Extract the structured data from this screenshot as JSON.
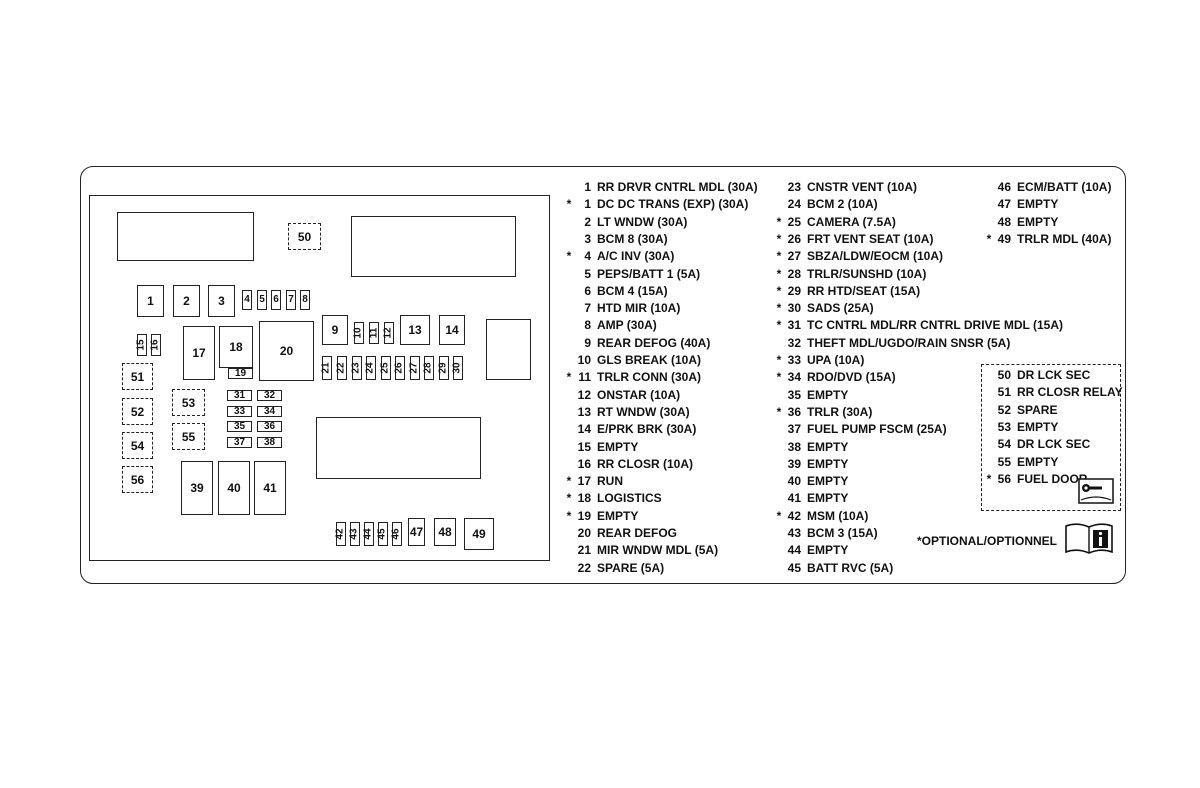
{
  "diagram_fuses": [
    {
      "id": "1",
      "label": "1"
    },
    {
      "id": "2",
      "label": "2"
    },
    {
      "id": "3",
      "label": "3"
    },
    {
      "id": "4",
      "label": "4"
    },
    {
      "id": "5",
      "label": "5"
    },
    {
      "id": "6",
      "label": "6"
    },
    {
      "id": "7",
      "label": "7"
    },
    {
      "id": "8",
      "label": "8"
    },
    {
      "id": "9",
      "label": "9"
    },
    {
      "id": "10",
      "label": "10"
    },
    {
      "id": "11",
      "label": "11"
    },
    {
      "id": "12",
      "label": "12"
    },
    {
      "id": "13",
      "label": "13"
    },
    {
      "id": "14",
      "label": "14"
    },
    {
      "id": "15",
      "label": "15"
    },
    {
      "id": "16",
      "label": "16"
    },
    {
      "id": "17",
      "label": "17"
    },
    {
      "id": "18",
      "label": "18"
    },
    {
      "id": "19",
      "label": "19"
    },
    {
      "id": "20",
      "label": "20"
    },
    {
      "id": "21",
      "label": "21"
    },
    {
      "id": "22",
      "label": "22"
    },
    {
      "id": "23",
      "label": "23"
    },
    {
      "id": "24",
      "label": "24"
    },
    {
      "id": "25",
      "label": "25"
    },
    {
      "id": "26",
      "label": "26"
    },
    {
      "id": "27",
      "label": "27"
    },
    {
      "id": "28",
      "label": "28"
    },
    {
      "id": "29",
      "label": "29"
    },
    {
      "id": "30",
      "label": "30"
    },
    {
      "id": "31",
      "label": "31"
    },
    {
      "id": "32",
      "label": "32"
    },
    {
      "id": "33",
      "label": "33"
    },
    {
      "id": "34",
      "label": "34"
    },
    {
      "id": "35",
      "label": "35"
    },
    {
      "id": "36",
      "label": "36"
    },
    {
      "id": "37",
      "label": "37"
    },
    {
      "id": "38",
      "label": "38"
    },
    {
      "id": "39",
      "label": "39"
    },
    {
      "id": "40",
      "label": "40"
    },
    {
      "id": "41",
      "label": "41"
    },
    {
      "id": "42",
      "label": "42"
    },
    {
      "id": "43",
      "label": "43"
    },
    {
      "id": "44",
      "label": "44"
    },
    {
      "id": "45",
      "label": "45"
    },
    {
      "id": "46",
      "label": "46"
    },
    {
      "id": "47",
      "label": "47"
    },
    {
      "id": "48",
      "label": "48"
    },
    {
      "id": "49",
      "label": "49"
    },
    {
      "id": "50",
      "label": "50"
    },
    {
      "id": "51",
      "label": "51"
    },
    {
      "id": "52",
      "label": "52"
    },
    {
      "id": "53",
      "label": "53"
    },
    {
      "id": "54",
      "label": "54"
    },
    {
      "id": "55",
      "label": "55"
    },
    {
      "id": "56",
      "label": "56"
    }
  ],
  "legend_col1": [
    {
      "star": "",
      "num": "1",
      "name": "RR DRVR CNTRL MDL  (30A)"
    },
    {
      "star": "*",
      "num": "1",
      "name": "DC DC TRANS (EXP)  (30A)"
    },
    {
      "star": "",
      "num": "2",
      "name": "LT WNDW  (30A)"
    },
    {
      "star": "",
      "num": "3",
      "name": "BCM 8  (30A)"
    },
    {
      "star": "*",
      "num": "4",
      "name": "A/C INV  (30A)"
    },
    {
      "star": "",
      "num": "5",
      "name": "PEPS/BATT 1  (5A)"
    },
    {
      "star": "",
      "num": "6",
      "name": "BCM 4  (15A)"
    },
    {
      "star": "",
      "num": "7",
      "name": "HTD MIR  (10A)"
    },
    {
      "star": "",
      "num": "8",
      "name": "AMP  (30A)"
    },
    {
      "star": "",
      "num": "9",
      "name": "REAR DEFOG  (40A)"
    },
    {
      "star": "",
      "num": "10",
      "name": "GLS BREAK  (10A)"
    },
    {
      "star": "*",
      "num": "11",
      "name": "TRLR CONN  (30A)"
    },
    {
      "star": "",
      "num": "12",
      "name": "ONSTAR  (10A)"
    },
    {
      "star": "",
      "num": "13",
      "name": "RT WNDW  (30A)"
    },
    {
      "star": "",
      "num": "14",
      "name": "E/PRK BRK  (30A)"
    },
    {
      "star": "",
      "num": "15",
      "name": "EMPTY"
    },
    {
      "star": "",
      "num": "16",
      "name": "RR CLOSR  (10A)"
    },
    {
      "star": "*",
      "num": "17",
      "name": "RUN"
    },
    {
      "star": "*",
      "num": "18",
      "name": "LOGISTICS"
    },
    {
      "star": "*",
      "num": "19",
      "name": "EMPTY"
    },
    {
      "star": "",
      "num": "20",
      "name": "REAR DEFOG"
    },
    {
      "star": "",
      "num": "21",
      "name": "MIR WNDW MDL  (5A)"
    },
    {
      "star": "",
      "num": "22",
      "name": "SPARE  (5A)"
    }
  ],
  "legend_col2": [
    {
      "star": "",
      "num": "23",
      "name": "CNSTR VENT  (10A)"
    },
    {
      "star": "",
      "num": "24",
      "name": "BCM 2  (10A)"
    },
    {
      "star": "*",
      "num": "25",
      "name": "CAMERA  (7.5A)"
    },
    {
      "star": "*",
      "num": "26",
      "name": "FRT VENT SEAT  (10A)"
    },
    {
      "star": "*",
      "num": "27",
      "name": "SBZA/LDW/EOCM  (10A)"
    },
    {
      "star": "*",
      "num": "28",
      "name": "TRLR/SUNSHD  (10A)"
    },
    {
      "star": "*",
      "num": "29",
      "name": "RR HTD/SEAT  (15A)"
    },
    {
      "star": "*",
      "num": "30",
      "name": "SADS  (25A)"
    },
    {
      "star": "*",
      "num": "31",
      "name": "TC CNTRL MDL/RR CNTRL DRIVE MDL (15A)"
    },
    {
      "star": "",
      "num": "32",
      "name": "THEFT MDL/UGDO/RAIN SNSR  (5A)"
    },
    {
      "star": "*",
      "num": "33",
      "name": "UPA  (10A)"
    },
    {
      "star": "*",
      "num": "34",
      "name": "RDO/DVD  (15A)"
    },
    {
      "star": "",
      "num": "35",
      "name": "EMPTY"
    },
    {
      "star": "*",
      "num": "36",
      "name": "TRLR  (30A)"
    },
    {
      "star": "",
      "num": "37",
      "name": "FUEL PUMP FSCM (25A)"
    },
    {
      "star": "",
      "num": "38",
      "name": "EMPTY"
    },
    {
      "star": "",
      "num": "39",
      "name": "EMPTY"
    },
    {
      "star": "",
      "num": "40",
      "name": "EMPTY"
    },
    {
      "star": "",
      "num": "41",
      "name": "EMPTY"
    },
    {
      "star": "*",
      "num": "42",
      "name": "MSM (10A)"
    },
    {
      "star": "",
      "num": "43",
      "name": "BCM 3  (15A)"
    },
    {
      "star": "",
      "num": "44",
      "name": "EMPTY"
    },
    {
      "star": "",
      "num": "45",
      "name": "BATT RVC (5A)"
    }
  ],
  "legend_col3": [
    {
      "star": "",
      "num": "46",
      "name": "ECM/BATT  (10A)"
    },
    {
      "star": "",
      "num": "47",
      "name": "EMPTY"
    },
    {
      "star": "",
      "num": "48",
      "name": "EMPTY"
    },
    {
      "star": "*",
      "num": "49",
      "name": "TRLR MDL (40A)"
    }
  ],
  "legend_optional": [
    {
      "star": "",
      "num": "50",
      "name": "DR LCK SEC"
    },
    {
      "star": "",
      "num": "51",
      "name": "RR CLOSR RELAY"
    },
    {
      "star": "",
      "num": "52",
      "name": "SPARE"
    },
    {
      "star": "",
      "num": "53",
      "name": "EMPTY"
    },
    {
      "star": "",
      "num": "54",
      "name": "DR LCK SEC"
    },
    {
      "star": "",
      "num": "55",
      "name": "EMPTY"
    },
    {
      "star": "*",
      "num": "56",
      "name": "FUEL DOOR"
    }
  ],
  "footnote": "*OPTIONAL/OPTIONNEL",
  "icons": {
    "wrench": "wrench-manual-icon",
    "info": "info-manual-icon"
  }
}
